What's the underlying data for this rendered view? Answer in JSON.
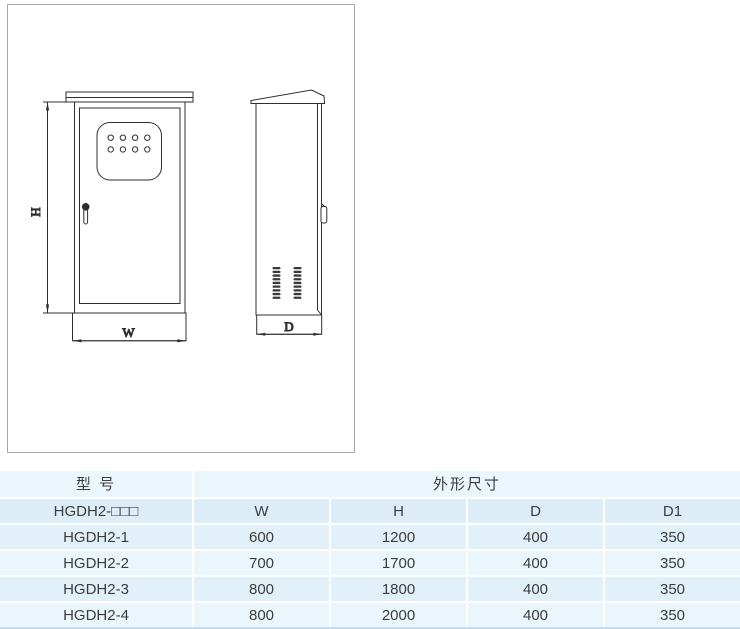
{
  "drawing": {
    "h_label": "H",
    "w_label": "W",
    "d_label": "D"
  },
  "table": {
    "header_model": "型 号",
    "header_dimensions": "外形尺寸",
    "model_series": "HGDH2-□□□",
    "dim_columns": [
      "W",
      "H",
      "D",
      "D1"
    ],
    "rows": [
      {
        "model": "HGDH2-1",
        "values": [
          "600",
          "1200",
          "400",
          "350"
        ]
      },
      {
        "model": "HGDH2-2",
        "values": [
          "700",
          "1700",
          "400",
          "350"
        ]
      },
      {
        "model": "HGDH2-3",
        "values": [
          "800",
          "1800",
          "400",
          "350"
        ]
      },
      {
        "model": "HGDH2-4",
        "values": [
          "800",
          "2000",
          "400",
          "350"
        ]
      }
    ]
  },
  "colors": {
    "row_light": "#EAF5FC",
    "row_medium": "#DCEDF7",
    "row_alt": "#E2F0F9",
    "table_bottom_border": "#C2DDEF",
    "line": "#2f2f2f",
    "text": "#3d3d3d"
  }
}
